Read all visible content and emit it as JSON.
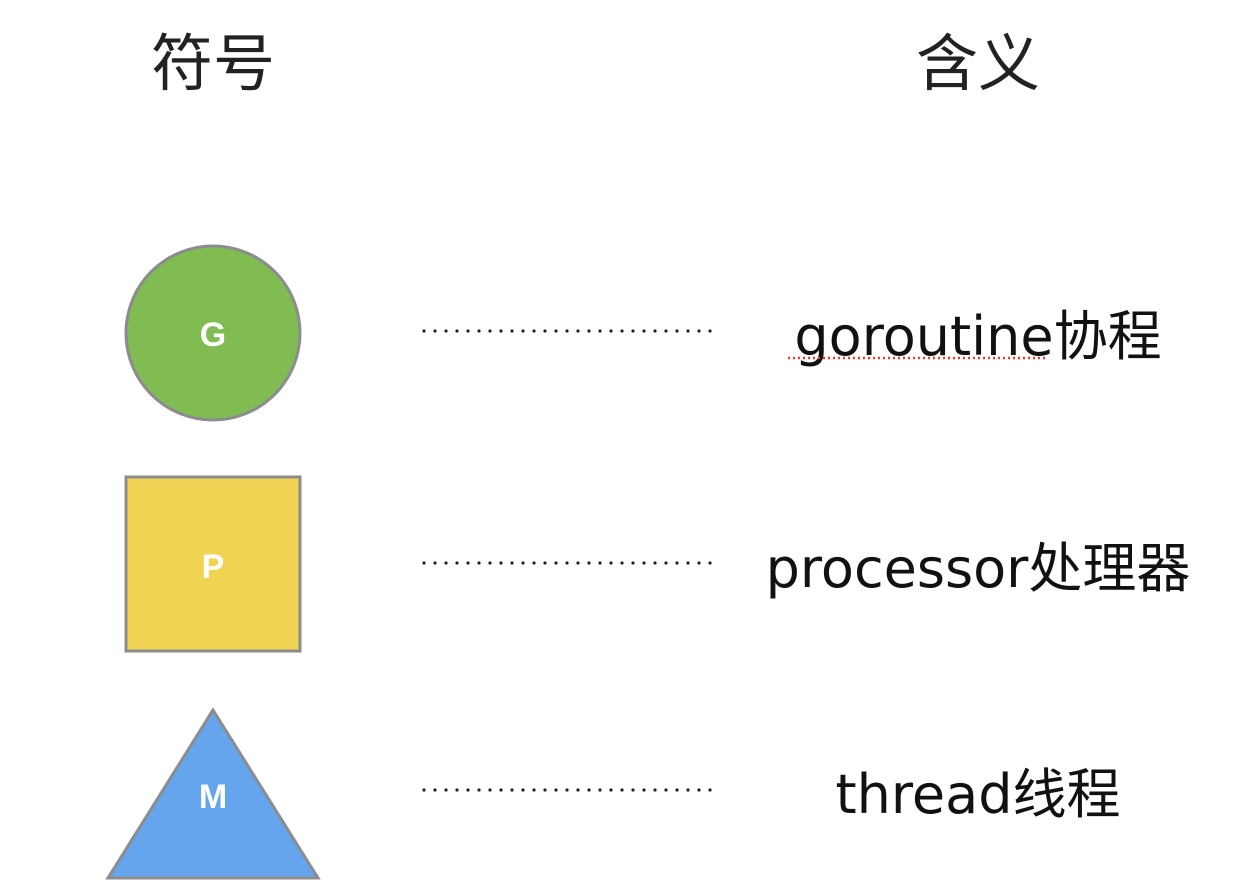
{
  "headers": {
    "symbol": "符号",
    "meaning": "含义"
  },
  "legend": [
    {
      "id": "g",
      "shape": "circle",
      "letter": "G",
      "term": "goroutine",
      "chinese": "协程",
      "fill": "#80BC52",
      "stroke": "#8C8C8C",
      "spellcheck_underline": true
    },
    {
      "id": "p",
      "shape": "square",
      "letter": "P",
      "term": "processor",
      "chinese": "处理器",
      "fill": "#F0D352",
      "stroke": "#8C8C8C",
      "spellcheck_underline": false
    },
    {
      "id": "m",
      "shape": "triangle",
      "letter": "M",
      "term": "thread",
      "chinese": "线程",
      "fill": "#64A5EE",
      "stroke": "#8C8C8C",
      "spellcheck_underline": false
    }
  ]
}
